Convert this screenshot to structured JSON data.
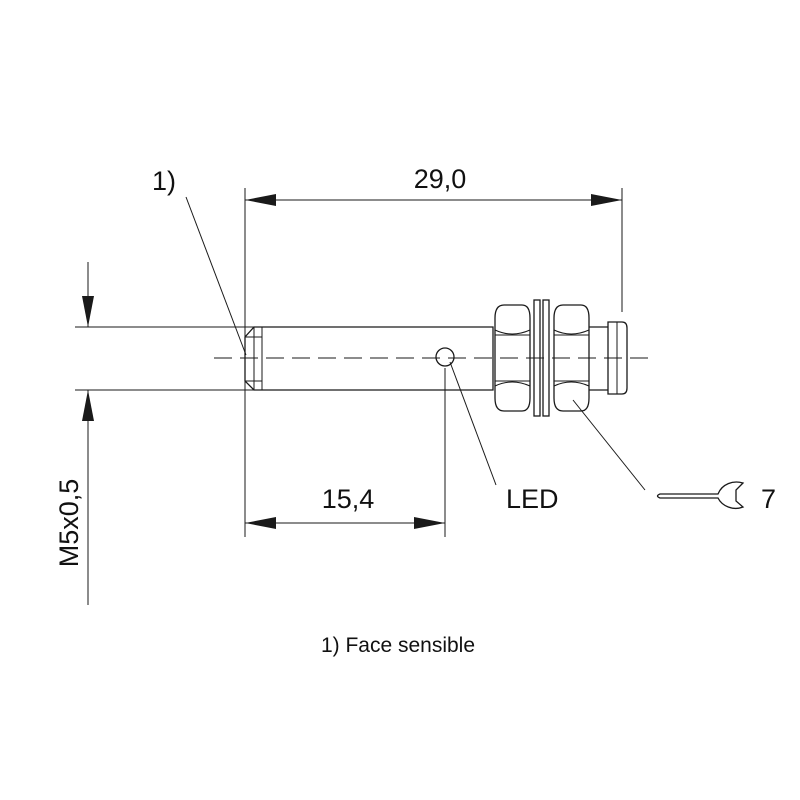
{
  "labels": {
    "face_marker": "1)",
    "overall_length": "29,0",
    "led_position": "15,4",
    "led": "LED",
    "thread": "M5x0,5",
    "wrench_size": "7"
  },
  "footnote": "1) Face sensible",
  "colors": {
    "line": "#1a1a1a",
    "text": "#111111",
    "background": "#ffffff"
  },
  "icons": [
    "wrench-icon"
  ]
}
